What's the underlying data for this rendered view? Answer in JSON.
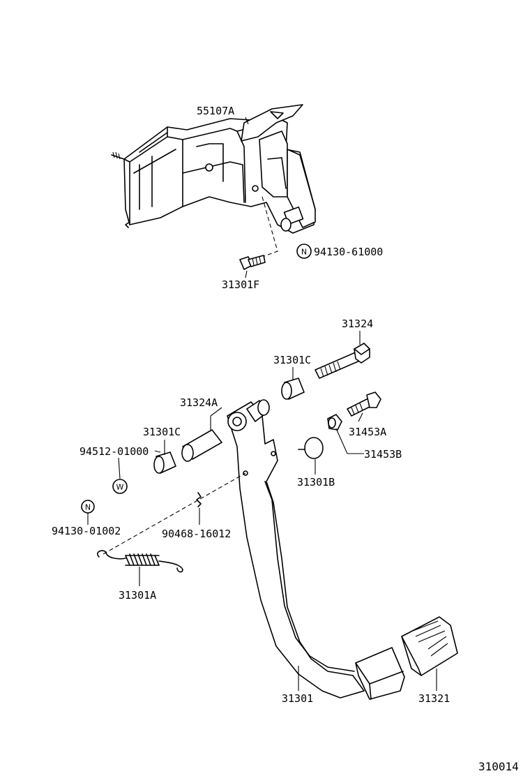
{
  "parts": {
    "bracket": "55107A",
    "bolt_f": "31301F",
    "n_badge_top_code": "94130-61000",
    "bolt_long": "31324",
    "bushing_top": "31301C",
    "collar": "31324A",
    "bushing_left": "31301C",
    "w_code": "94512-01000",
    "n_badge_left_code": "94130-01002",
    "bolt_small": "31453A",
    "nut_small": "31453B",
    "stopper": "31301B",
    "clip": "90468-16012",
    "spring": "31301A",
    "pedal_arm": "31301",
    "pedal_pad": "31321"
  },
  "badges": {
    "n_top": "N",
    "w": "W",
    "n_left": "N"
  },
  "diagram_ref": "310014"
}
